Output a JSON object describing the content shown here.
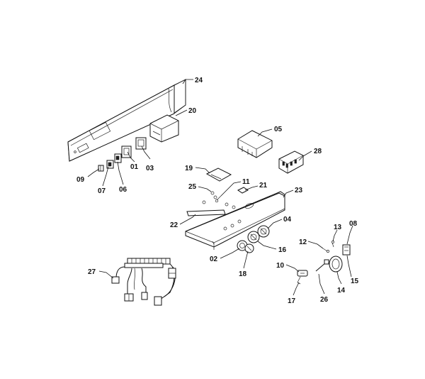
{
  "labels": {
    "p24": "24",
    "p20": "20",
    "p05": "05",
    "p28": "28",
    "p09": "09",
    "p07": "07",
    "p06": "06",
    "p01": "01",
    "p03": "03",
    "p19": "19",
    "p11": "11",
    "p25": "25",
    "p21": "21",
    "p23": "23",
    "p22": "22",
    "p04": "04",
    "p02": "02",
    "p16": "16",
    "p18": "18",
    "p13": "13",
    "p08": "08",
    "p12": "12",
    "p10": "10",
    "p14": "14",
    "p15": "15",
    "p17": "17",
    "p26": "26",
    "p27": "27"
  }
}
